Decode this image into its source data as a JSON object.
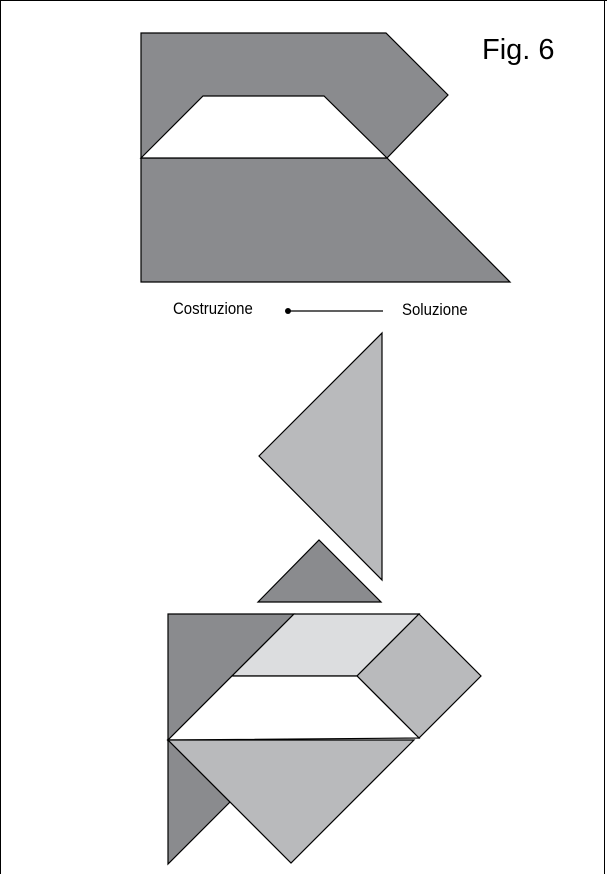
{
  "figure": {
    "label": "Fig. 6"
  },
  "legend": {
    "construction_label": "Costruzione",
    "solution_label": "Soluzione"
  },
  "colors": {
    "dark_piece": "#8a8b8e",
    "medium_piece": "#b9babc",
    "light_piece": "#dcdddf",
    "outline": "#000000",
    "background": "#ffffff"
  }
}
